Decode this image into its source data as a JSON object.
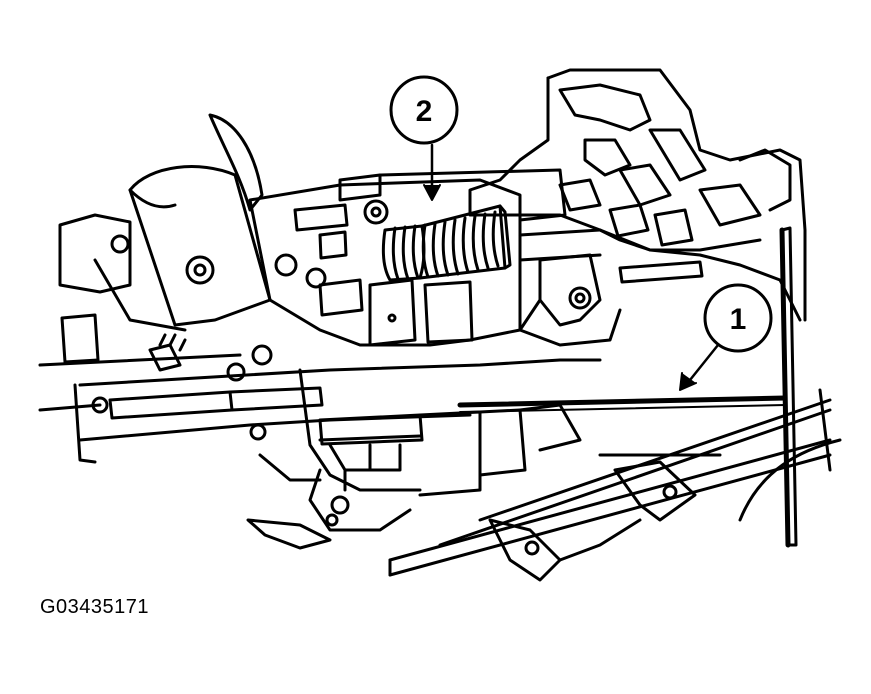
{
  "figure": {
    "callouts": [
      {
        "label": "2"
      },
      {
        "label": "1"
      }
    ],
    "caption": "G03435171"
  }
}
